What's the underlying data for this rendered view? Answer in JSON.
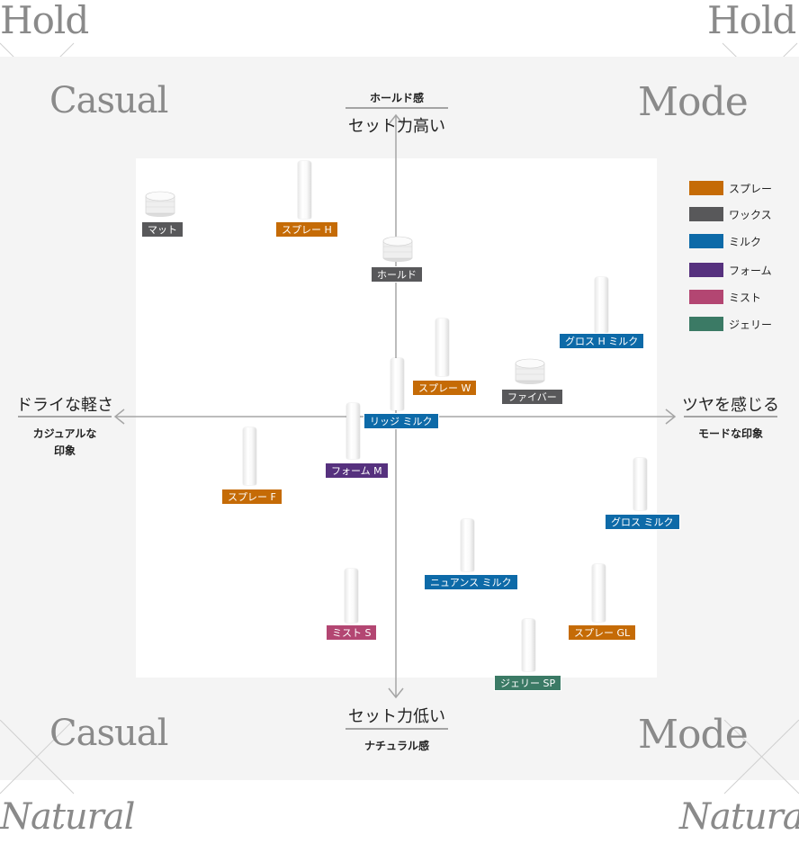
{
  "corners": {
    "top_left": "Hold",
    "top_right": "Hold",
    "bottom_left": "Natural",
    "bottom_right": "Natural",
    "upper_left_word": "Casual",
    "upper_right_word": "Mode",
    "lower_left_word": "Casual",
    "lower_right_word": "Mode"
  },
  "axes": {
    "top_small": "ホールド感",
    "top_big": "セット力高い",
    "bottom_big": "セット力低い",
    "bottom_small": "ナチュラル感",
    "left_big": "ドライな軽さ",
    "left_small_line1": "カジュアルな",
    "left_small_line2": "印象",
    "right_big": "ツヤを感じる",
    "right_small": "モードな印象"
  },
  "legend": [
    {
      "label": "スプレー",
      "color": "#c56b06"
    },
    {
      "label": "ワックス",
      "color": "#58585a"
    },
    {
      "label": "ミルク",
      "color": "#0d6aa8"
    },
    {
      "label": "フォーム",
      "color": "#56317e"
    },
    {
      "label": "ミスト",
      "color": "#b34672"
    },
    {
      "label": "ジェリー",
      "color": "#3b7a65"
    }
  ],
  "products": [
    {
      "label": "マット",
      "category": "ワックス",
      "color": "#58585a",
      "shape": "jar"
    },
    {
      "label": "スプレー H",
      "category": "スプレー",
      "color": "#c56b06",
      "shape": "bottle"
    },
    {
      "label": "ホールド",
      "category": "ワックス",
      "color": "#58585a",
      "shape": "jar"
    },
    {
      "label": "グロス H ミルク",
      "category": "ミルク",
      "color": "#0d6aa8",
      "shape": "bottle"
    },
    {
      "label": "スプレー W",
      "category": "スプレー",
      "color": "#c56b06",
      "shape": "bottle"
    },
    {
      "label": "ファイバー",
      "category": "ワックス",
      "color": "#58585a",
      "shape": "jar"
    },
    {
      "label": "リッジ ミルク",
      "category": "ミルク",
      "color": "#0d6aa8",
      "shape": "bottle"
    },
    {
      "label": "フォーム M",
      "category": "フォーム",
      "color": "#56317e",
      "shape": "bottle"
    },
    {
      "label": "スプレー F",
      "category": "スプレー",
      "color": "#c56b06",
      "shape": "bottle"
    },
    {
      "label": "グロス ミルク",
      "category": "ミルク",
      "color": "#0d6aa8",
      "shape": "bottle"
    },
    {
      "label": "ニュアンス ミルク",
      "category": "ミルク",
      "color": "#0d6aa8",
      "shape": "bottle"
    },
    {
      "label": "ミスト S",
      "category": "ミスト",
      "color": "#b34672",
      "shape": "bottle"
    },
    {
      "label": "スプレー GL",
      "category": "スプレー",
      "color": "#c56b06",
      "shape": "bottle"
    },
    {
      "label": "ジェリー SP",
      "category": "ジェリー",
      "color": "#3b7a65",
      "shape": "bottle"
    }
  ]
}
